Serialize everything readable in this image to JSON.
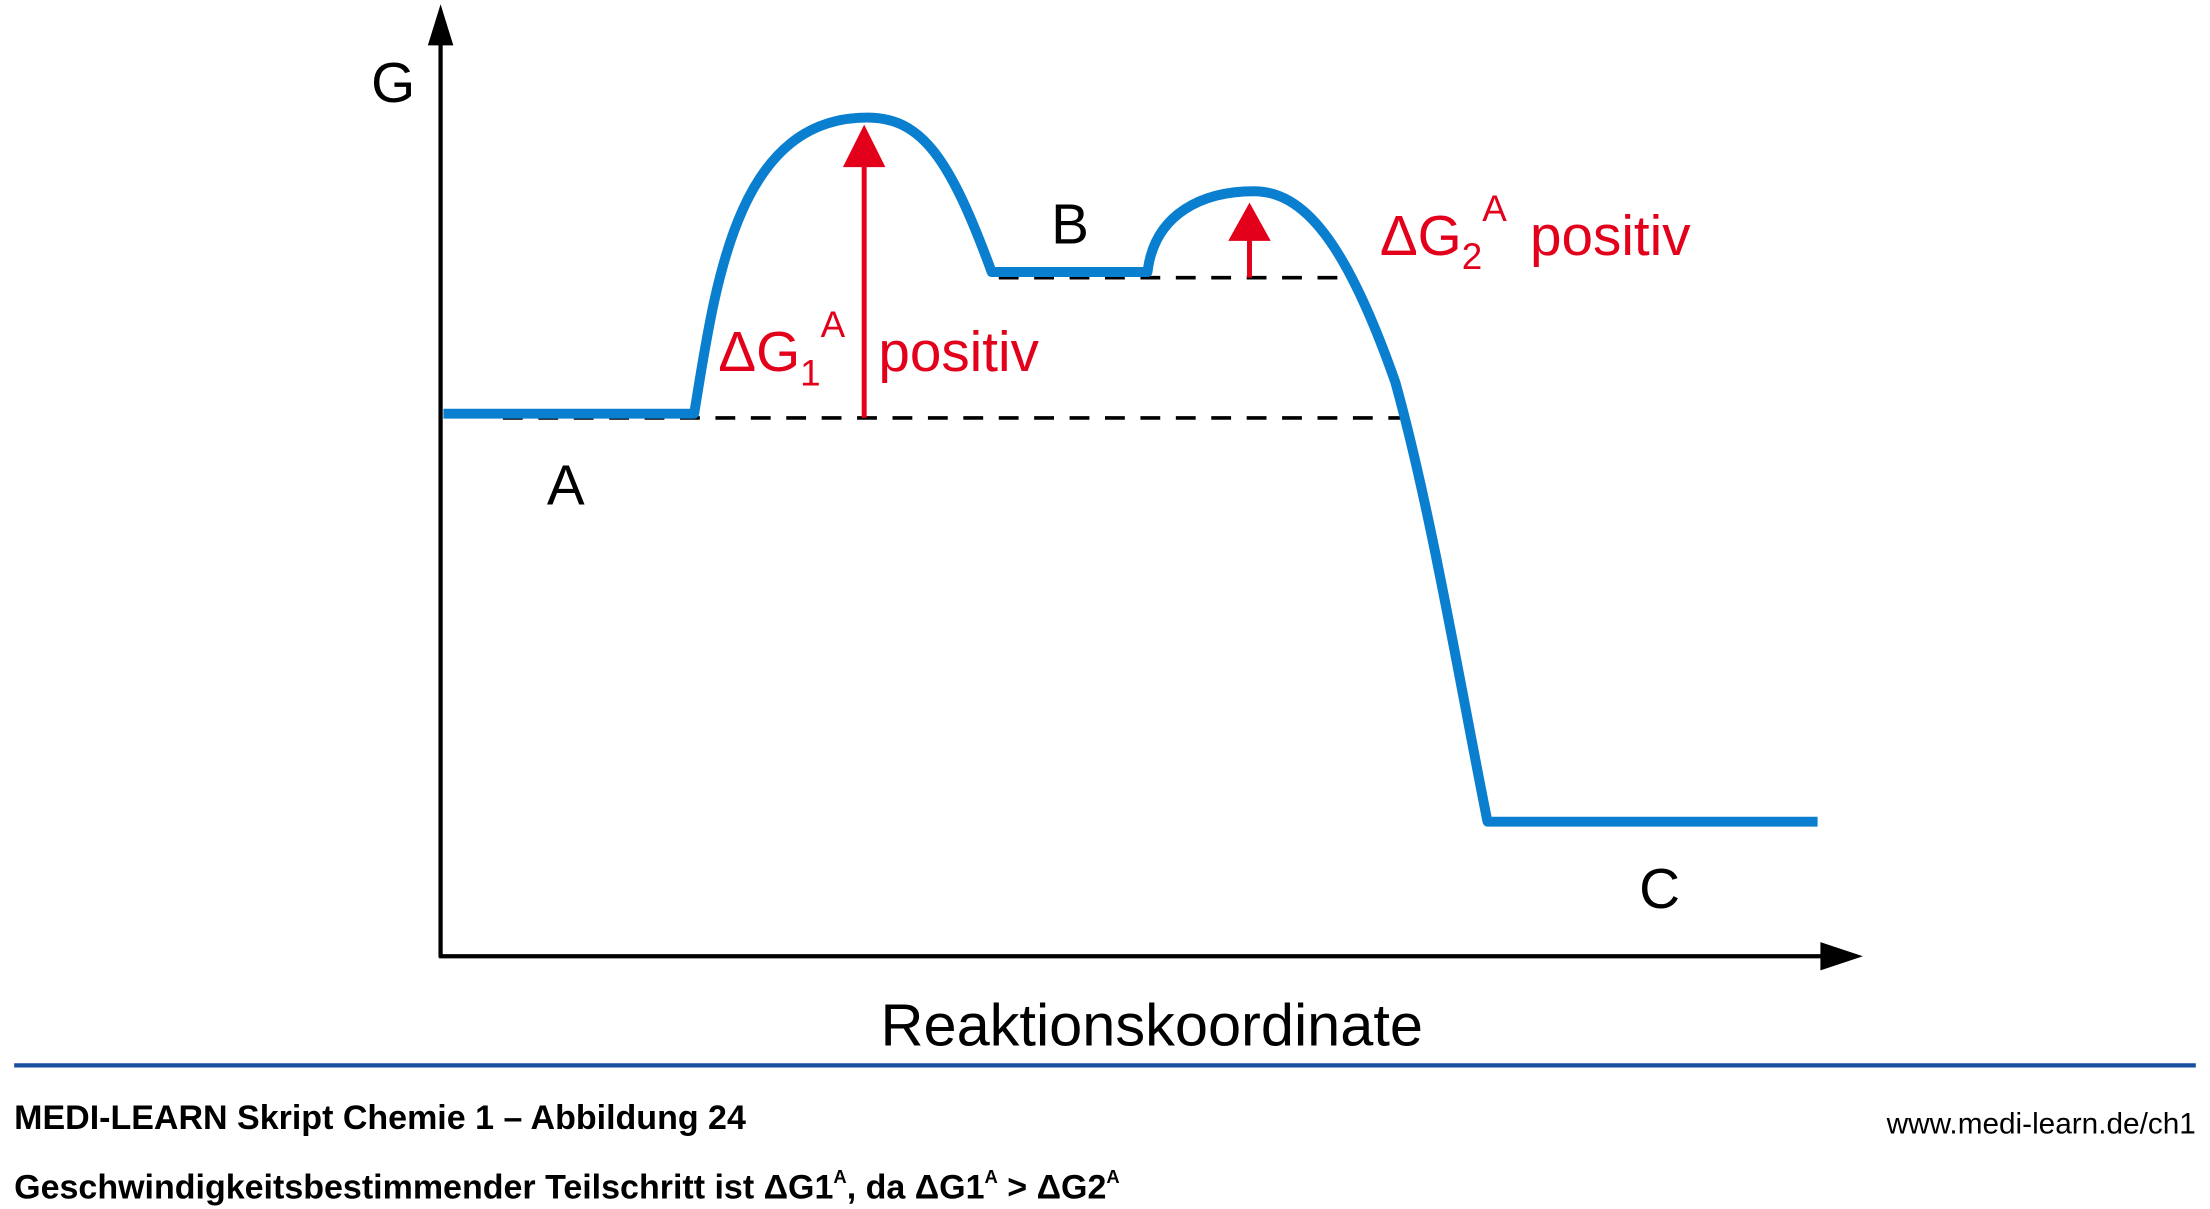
{
  "diagram": {
    "y_axis_label": "G",
    "x_axis_label": "Reaktionskoordinate",
    "states": {
      "a": "A",
      "b": "B",
      "c": "C"
    },
    "delta1": {
      "symbol": "ΔG",
      "sub": "1",
      "sup": "A",
      "text": "positiv"
    },
    "delta2": {
      "symbol": "ΔG",
      "sub": "2",
      "sup": "A",
      "text": "positiv"
    },
    "colors": {
      "curve": "#0a7fcf",
      "arrow": "#e2001a",
      "rule": "#1a4fa0"
    }
  },
  "footer": {
    "title": "MEDI-LEARN Skript Chemie 1 – Abbildung 24",
    "url": "www.medi-learn.de/ch1",
    "caption_main": "Geschwindigkeitsbestimmender Teilschritt ist ΔG1",
    "caption_sup1": "A",
    "caption_mid": ", da ΔG1",
    "caption_sup2": "A",
    "caption_gt": " > ΔG2",
    "caption_sup3": "A"
  }
}
